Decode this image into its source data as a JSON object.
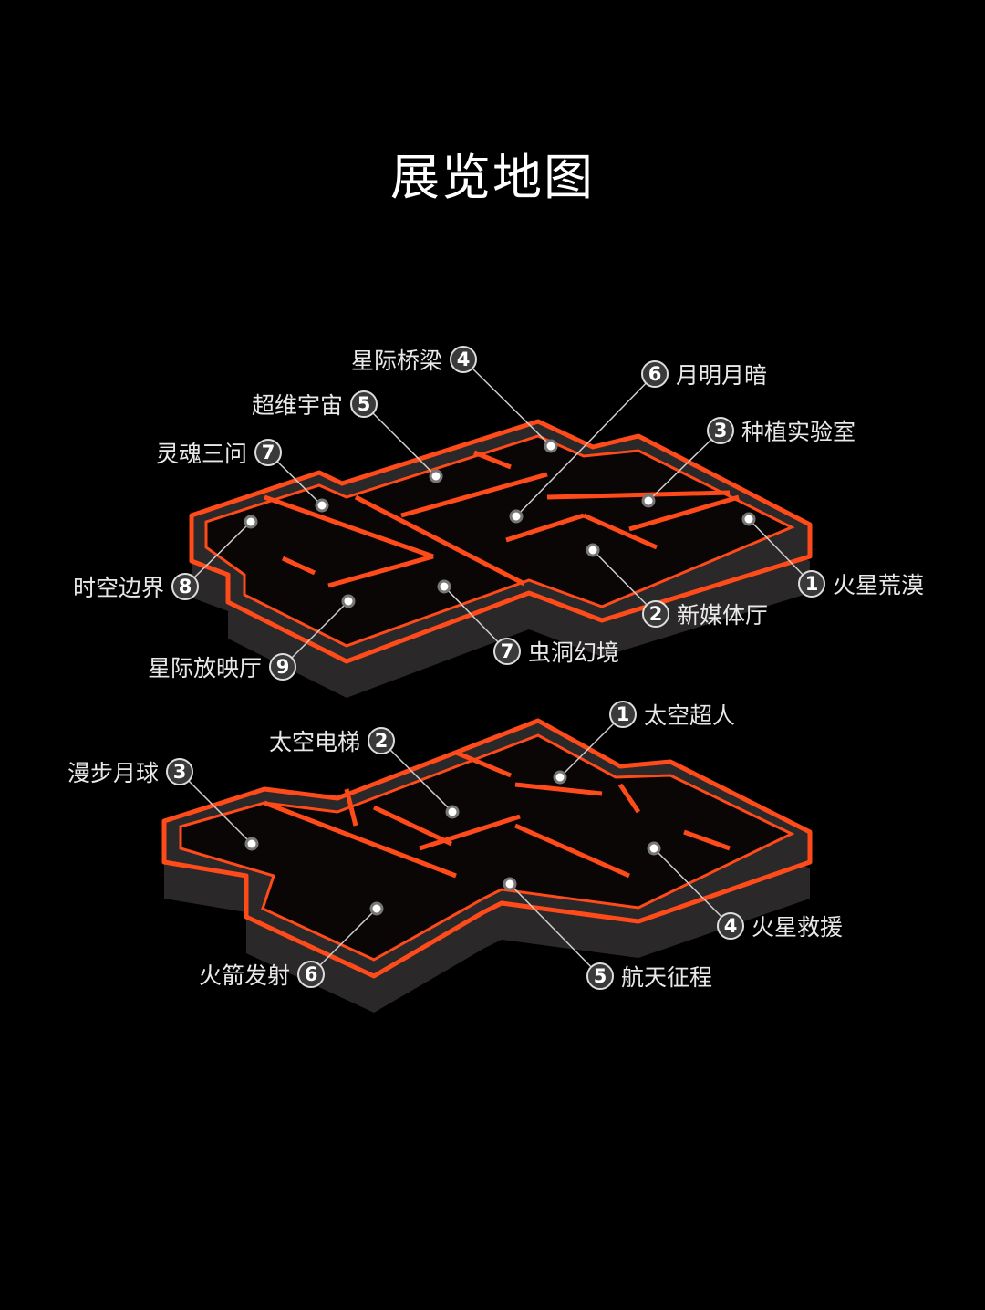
{
  "title": "展览地图",
  "upper_floor": [
    {
      "name": "星际桥梁",
      "num": "4"
    },
    {
      "name": "月明月暗",
      "num": "6"
    },
    {
      "name": "超维宇宙",
      "num": "5"
    },
    {
      "name": "种植实验室",
      "num": "3"
    },
    {
      "name": "灵魂三问",
      "num": "7"
    },
    {
      "name": "火星荒漠",
      "num": "1"
    },
    {
      "name": "时空边界",
      "num": "8"
    },
    {
      "name": "新媒体厅",
      "num": "2"
    },
    {
      "name": "星际放映厅",
      "num": "9"
    },
    {
      "name": "虫洞幻境",
      "num": "7"
    }
  ],
  "lower_floor": [
    {
      "name": "太空超人",
      "num": "1"
    },
    {
      "name": "太空电梯",
      "num": "2"
    },
    {
      "name": "漫步月球",
      "num": "3"
    },
    {
      "name": "火星救援",
      "num": "4"
    },
    {
      "name": "航天征程",
      "num": "5"
    },
    {
      "name": "火箭发射",
      "num": "6"
    }
  ],
  "colors": {
    "wall_edge": "#ff4a1a",
    "wall_face": "#2a2828",
    "background": "#000000"
  }
}
